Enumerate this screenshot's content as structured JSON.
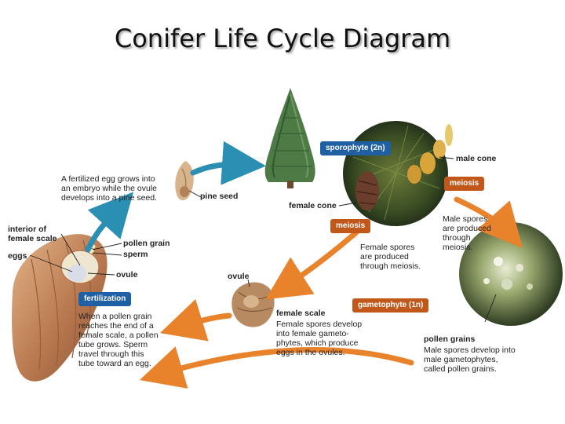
{
  "title": "Conifer Life Cycle Diagram",
  "colors": {
    "blue_arrow": "#2b8fb3",
    "orange_arrow": "#e8822b",
    "sporophyte_tag": "#1f5fa3",
    "meiosis_tag": "#c2571a",
    "gametophyte_tag": "#c2571a"
  },
  "tags": {
    "sporophyte": "sporophyte (2n)",
    "meiosis_male": "meiosis",
    "meiosis_female": "meiosis",
    "gametophyte": "gametophyte (1n)",
    "fertilization": "fertilization"
  },
  "labels": {
    "male_cone": "male cone",
    "female_cone": "female cone",
    "pine_seed": "pine seed",
    "interior_female_scale": "interior of\nfemale scale",
    "eggs": "eggs",
    "pollen_grain": "pollen grain",
    "sperm": "sperm",
    "ovule_left": "ovule",
    "ovule_center": "ovule",
    "female_scale": "female scale",
    "pollen_grains": "pollen grains"
  },
  "texts": {
    "embryo": "A fertilized egg grows into\nan embryo while the ovule\ndevelops into a pine seed.",
    "male_spores": "Male spores\nare produced\nthrough\nmeiosis.",
    "female_spores": "Female spores\nare produced\nthrough meiosis.",
    "fertilization": "When a pollen grain\nreaches the end of a\nfemale scale, a pollen\ntube grows. Sperm\ntravel through this\ntube toward an egg.",
    "female_gametophytes": "Female spores develop\ninto female gameto-\nphytes, which produce\neggs in the ovules.",
    "male_gametophytes": "Male spores develop into\nmale gametophytes,\ncalled pollen grains."
  },
  "icons": {
    "tree": "pine-tree-icon",
    "cones": "cones-photo-icon",
    "pollen": "pollen-photo-icon",
    "seed": "pine-seed-icon",
    "ovule": "ovule-icon",
    "scale": "female-scale-icon"
  }
}
